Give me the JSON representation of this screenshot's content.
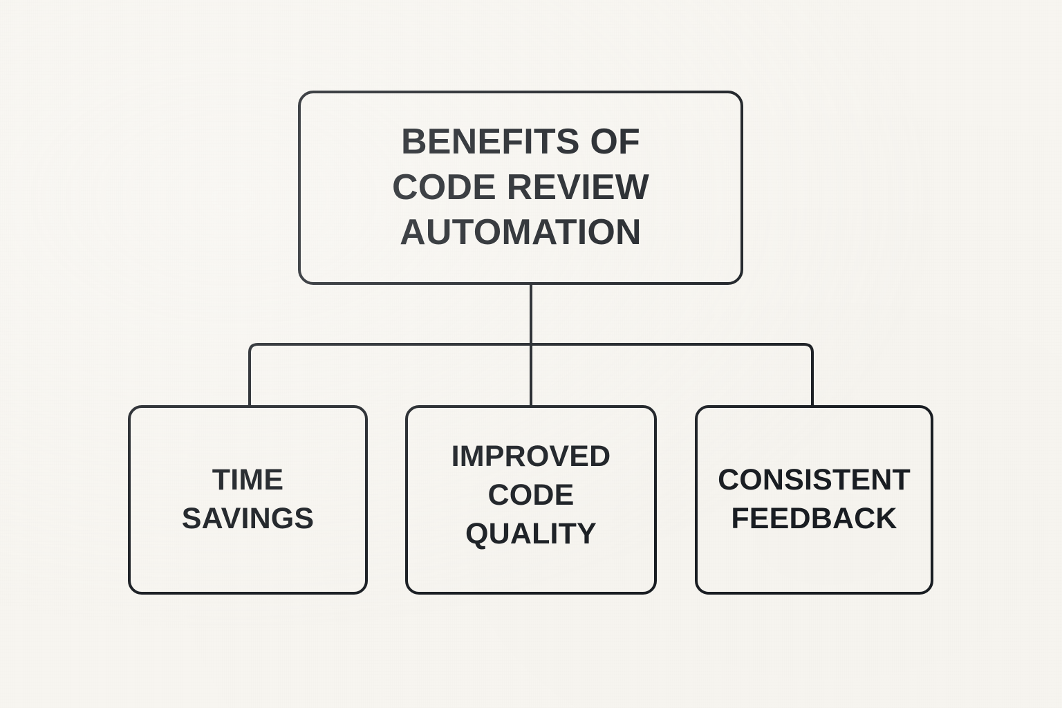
{
  "diagram": {
    "type": "hierarchy-tree",
    "title": "Benefits of Code Review Automation",
    "colors": {
      "background": "#F7F5F0",
      "stroke": "#1A1E23",
      "node_fill": "#F7F5F0",
      "text": "#1A1E23"
    },
    "root": {
      "id": "benefits-of-code-review-automation",
      "label": "BENEFITS OF\nCODE REVIEW\nAUTOMATION"
    },
    "children": [
      {
        "id": "time-savings",
        "label": "TIME\nSAVINGS"
      },
      {
        "id": "improved-code-quality",
        "label": "IMPROVED\nCODE\nQUALITY"
      },
      {
        "id": "consistent-feedback",
        "label": "CONSISTENT\nFEEDBACK"
      }
    ],
    "connectors": {
      "style": "orthogonal-rounded",
      "stroke_width": 4,
      "description": "Vertical stem from root box descends to a horizontal bus, which turns down at both ends into the outer child boxes; the stem continues straight down into the center child box."
    }
  }
}
